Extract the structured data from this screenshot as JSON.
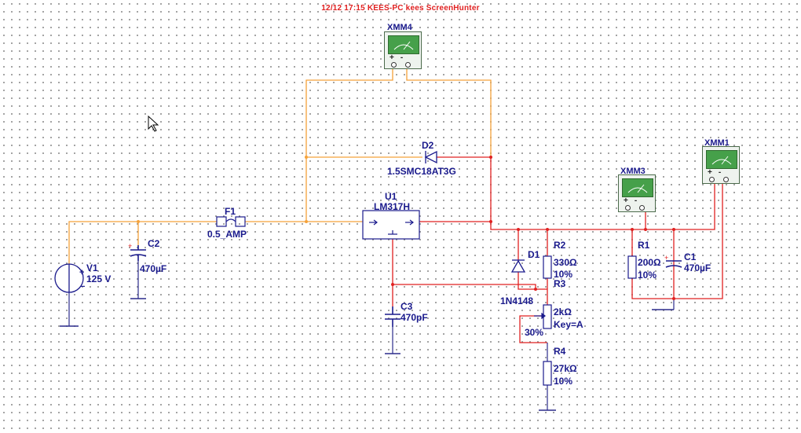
{
  "header": {
    "text": "12/12  17:15  KEES-PC  kees  ScreenHunter"
  },
  "components": {
    "v1": {
      "ref": "V1",
      "value": "125 V"
    },
    "c2": {
      "ref": "C2",
      "value": "470µF"
    },
    "f1": {
      "ref": "F1",
      "value": "0.5_AMP"
    },
    "u1": {
      "ref": "U1",
      "value": "LM317H"
    },
    "d2": {
      "ref": "D2",
      "value": "1.5SMC18AT3G"
    },
    "c3": {
      "ref": "C3",
      "value": "470pF"
    },
    "d1": {
      "ref": "D1",
      "value": "1N4148"
    },
    "r2": {
      "ref": "R2",
      "value": "330Ω",
      "tol": "10%"
    },
    "r3": {
      "ref": "R3",
      "value": "2kΩ",
      "key": "Key=A",
      "setting": "30%"
    },
    "r4": {
      "ref": "R4",
      "value": "27kΩ",
      "tol": "10%"
    },
    "r1": {
      "ref": "R1",
      "value": "200Ω",
      "tol": "10%"
    },
    "c1": {
      "ref": "C1",
      "value": "470µF"
    }
  },
  "meters": {
    "xmm4": {
      "label": "XMM4"
    },
    "xmm3": {
      "label": "XMM3"
    },
    "xmm1": {
      "label": "XMM1"
    }
  },
  "colors": {
    "wire_orange": "#f5a23a",
    "wire_red": "#e02020",
    "wire_blue": "#2b2b8c",
    "component_blue": "#1a1a8c",
    "meter_green": "#46a04a"
  }
}
